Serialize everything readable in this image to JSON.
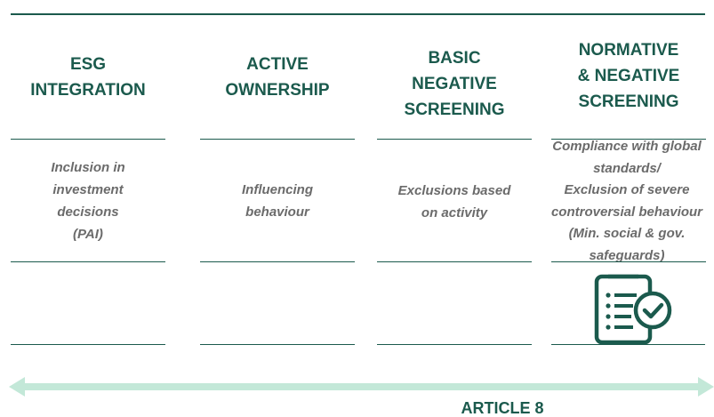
{
  "columns": [
    {
      "title": "ESG\nINTEGRATION",
      "description": "Inclusion in\ninvestment\ndecisions\n(PAI)"
    },
    {
      "title": "ACTIVE\nOWNERSHIP",
      "description": "Influencing\nbehaviour"
    },
    {
      "title": "BASIC\nNEGATIVE\nSCREENING",
      "description": "Exclusions based\non activity"
    },
    {
      "title": "NORMATIVE\n& NEGATIVE\nSCREENING",
      "description": "Compliance with global\nstandards/\nExclusion of severe\ncontroversial behaviour\n(Min. social & gov.\nsafeguards)",
      "icon": "compliance-document-check-icon"
    }
  ],
  "footer": {
    "label": "ARTICLE 8"
  },
  "colors": {
    "primary": "#1b5a4d",
    "description_text": "#6b6b6b",
    "arrow": "#c3e8d8"
  }
}
